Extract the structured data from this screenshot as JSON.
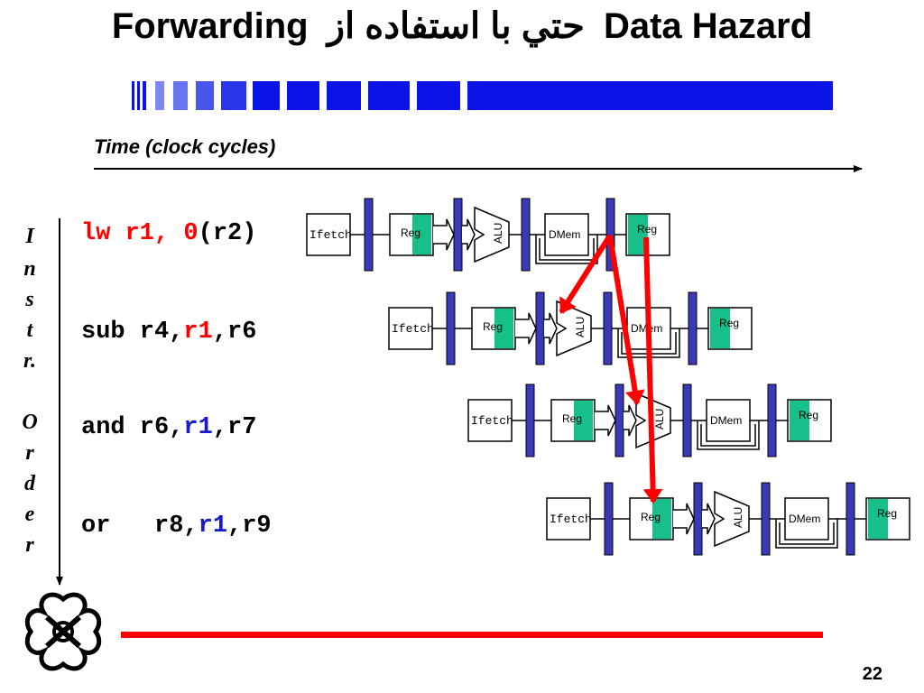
{
  "title": {
    "prefix": "Forwarding",
    "persian": "حتي با استفاده از",
    "suffix": "Data Hazard"
  },
  "time_axis_label": "Time (clock cycles)",
  "order_label_letters": [
    "I",
    "n",
    "s",
    "t",
    "r.",
    "O",
    "r",
    "d",
    "e",
    "r"
  ],
  "instructions": [
    {
      "op": "lw",
      "parts": [
        {
          "text": "lw r1, 0",
          "color": "red"
        },
        {
          "text": "(r2)",
          "color": "black"
        }
      ]
    },
    {
      "op": "sub",
      "parts": [
        {
          "text": "sub r4,",
          "color": "black"
        },
        {
          "text": "r1",
          "color": "red"
        },
        {
          "text": ",r6",
          "color": "black"
        }
      ]
    },
    {
      "op": "and",
      "parts": [
        {
          "text": "and r6,",
          "color": "black"
        },
        {
          "text": "r1",
          "color": "blue"
        },
        {
          "text": ",r7",
          "color": "black"
        }
      ]
    },
    {
      "op": "or",
      "parts": [
        {
          "text": "or   r8,",
          "color": "black"
        },
        {
          "text": "r1",
          "color": "blue"
        },
        {
          "text": ",r9",
          "color": "black"
        }
      ]
    }
  ],
  "stage_labels": {
    "ifetch": "Ifetch",
    "reg": "Reg",
    "alu": "ALU",
    "dmem": "DMem"
  },
  "colors": {
    "pipeline_register": "#3a3ab8",
    "reg_highlight": "#17c08a",
    "forward_arrow": "#ff0000",
    "title_bar_blue": "#0a14e6",
    "instr_red": "#ff0000",
    "instr_blue": "#1a1acc",
    "bottom_line": "#ff0000"
  },
  "page_number": "22"
}
